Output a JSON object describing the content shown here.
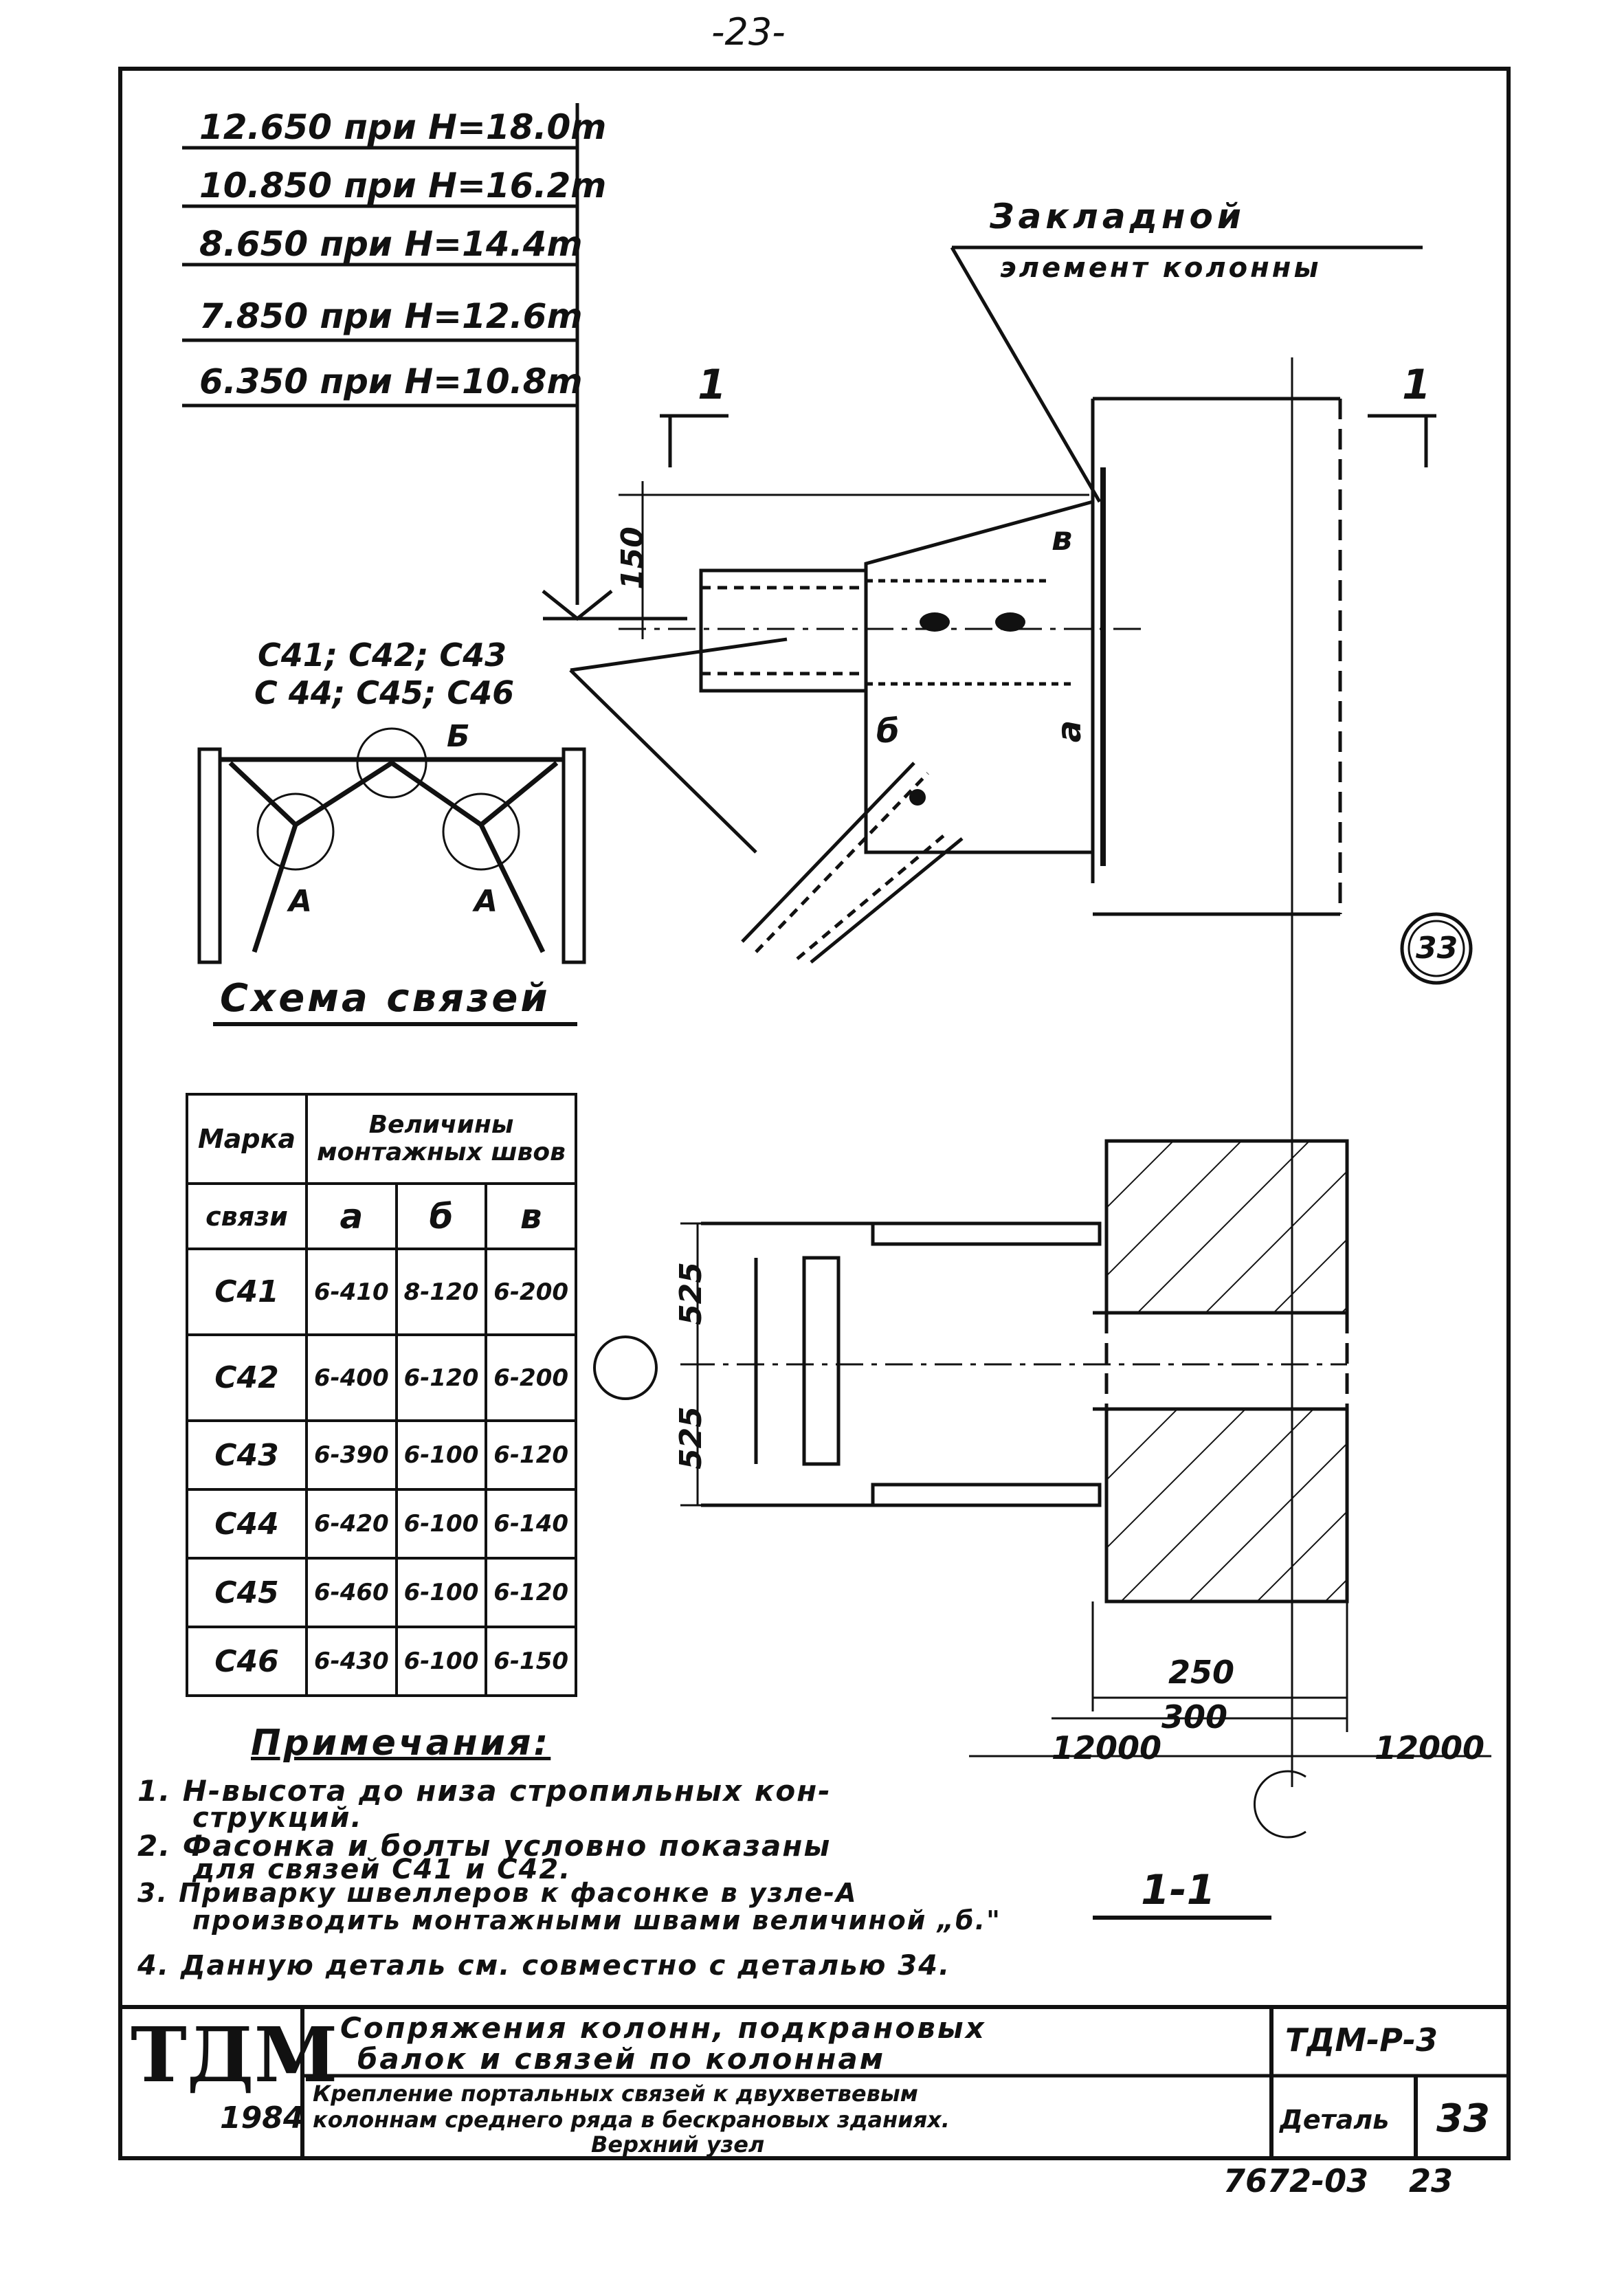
{
  "page_number": "-23-",
  "elevations": [
    "12.650 при H=18.0m",
    "10.850 при H=16.2m",
    "8.650 при H=14.4m",
    "7.850 при H=12.6m",
    "6.350 при H=10.8m"
  ],
  "labels": {
    "embedded_title": "Закладной",
    "embedded_sub": "элемент колонны",
    "braces_line1": "С41; С42; С43",
    "braces_line2": "С 44; С45; С46",
    "dim_150": "150",
    "section_mark": "1",
    "weld_v": "в",
    "weld_b": "б",
    "weld_a": "а",
    "detail_number": "33",
    "scheme_B": "Б",
    "scheme_A1": "А",
    "scheme_A2": "А",
    "scheme_title": "Схема связей",
    "dim_525_top": "525",
    "dim_525_bottom": "525",
    "dim_250": "250",
    "dim_300": "300",
    "dim_12000_left": "12000",
    "dim_12000_right": "12000",
    "section_title": "1-1"
  },
  "weld_table": {
    "header_mark": "Марка",
    "header_values": "Величины монтажных швов",
    "header_bracing": "связи",
    "col_a": "а",
    "col_b": "б",
    "col_v": "в",
    "rows": [
      {
        "mark": "С41",
        "a": "6-410",
        "b": "8-120",
        "v": "6-200"
      },
      {
        "mark": "С42",
        "a": "6-400",
        "b": "6-120",
        "v": "6-200"
      },
      {
        "mark": "С43",
        "a": "6-390",
        "b": "6-100",
        "v": "6-120"
      },
      {
        "mark": "С44",
        "a": "6-420",
        "b": "6-100",
        "v": "6-140"
      },
      {
        "mark": "С45",
        "a": "6-460",
        "b": "6-100",
        "v": "6-120"
      },
      {
        "mark": "С46",
        "a": "6-430",
        "b": "6-100",
        "v": "6-150"
      }
    ]
  },
  "notes": {
    "title": "Примечания:",
    "items": [
      "1. H-высота до низа стропильных кон-",
      "струкций.",
      "2. Фасонка и болты условно показаны",
      "для связей С41 и С42.",
      "3. Приварку швеллеров к фасонке в узле-А",
      "производить монтажными швами величиной „б.\"",
      "4. Данную деталь см. совместно с деталью 34."
    ]
  },
  "title_block": {
    "logo": "ТДМ",
    "year": "1984",
    "project_title_1": "Сопряжения колонн, подкрановых",
    "project_title_2": "балок и связей по колоннам",
    "series_code": "ТДМ-Р-3",
    "sheet_desc_1": "Крепление портальных связей к двухветвевым",
    "sheet_desc_2": "колоннам среднего ряда в бескрановых зданиях.",
    "sheet_desc_3": "Верхний узел",
    "detail_label": "Деталь",
    "detail_no": "33",
    "doc_code": "7672-03",
    "sheet_no": "23"
  }
}
